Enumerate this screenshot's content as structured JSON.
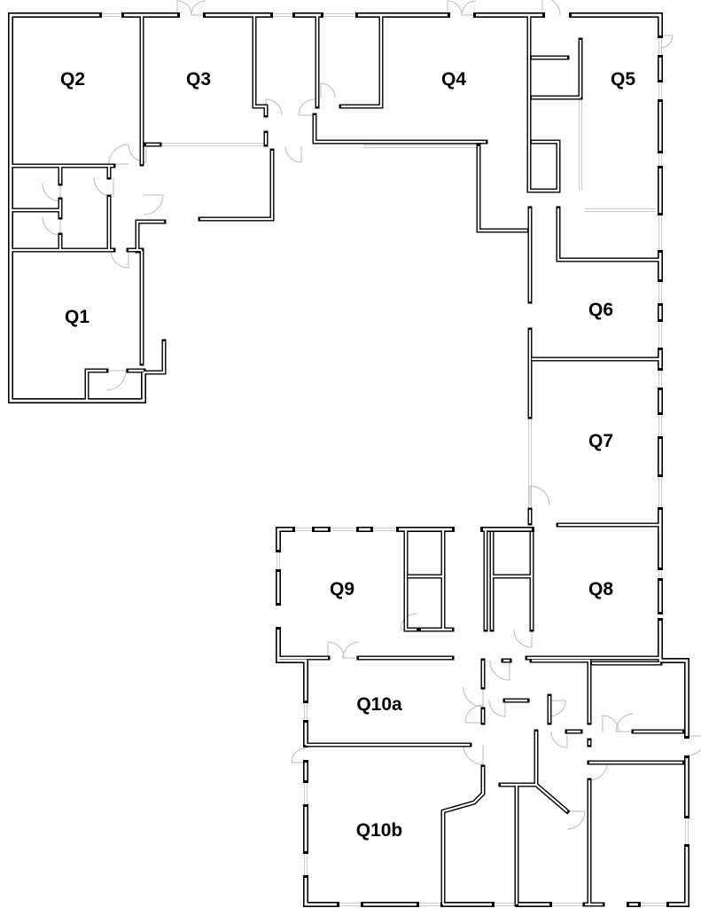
{
  "rooms": [
    {
      "id": "Q1",
      "label": "Q1"
    },
    {
      "id": "Q2",
      "label": "Q2"
    },
    {
      "id": "Q3",
      "label": "Q3"
    },
    {
      "id": "Q4",
      "label": "Q4"
    },
    {
      "id": "Q5",
      "label": "Q5"
    },
    {
      "id": "Q6",
      "label": "Q6"
    },
    {
      "id": "Q7",
      "label": "Q7"
    },
    {
      "id": "Q8",
      "label": "Q8"
    },
    {
      "id": "Q9",
      "label": "Q9"
    },
    {
      "id": "Q10a",
      "label": "Q10a"
    },
    {
      "id": "Q10b",
      "label": "Q10b"
    }
  ],
  "colors": {
    "wall": "#000000",
    "fill": "#ffffff",
    "door": "#bbbbbb",
    "window": "#cccccc"
  }
}
